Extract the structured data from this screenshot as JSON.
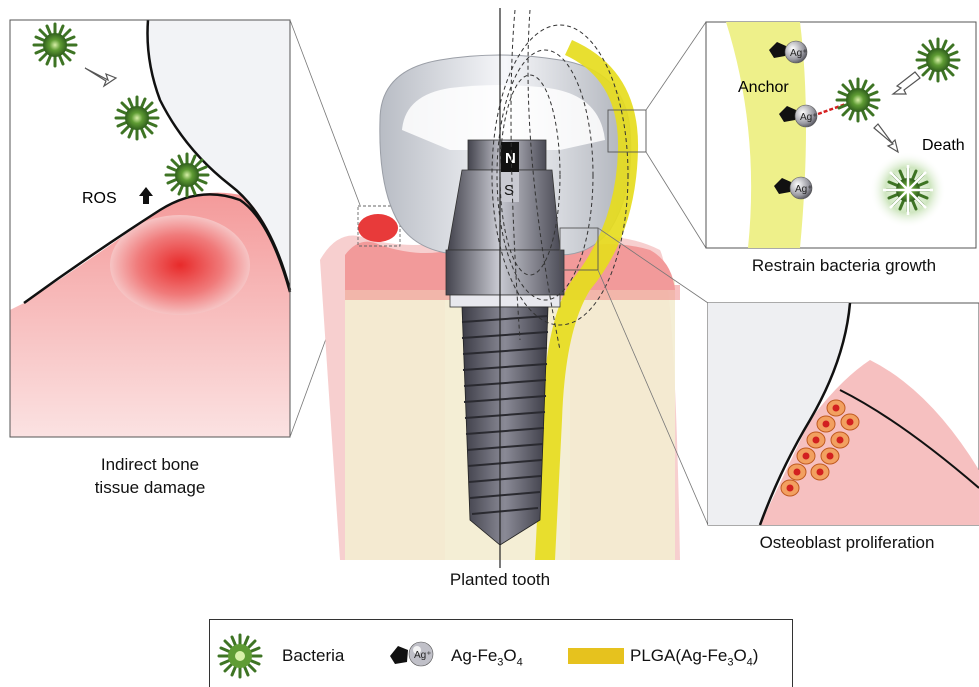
{
  "captions": {
    "left_line1": "Indirect bone",
    "left_line2": "tissue damage",
    "center": "Planted tooth",
    "top_right": "Restrain bacteria growth",
    "bottom_right": "Osteoblast proliferation"
  },
  "labels": {
    "ros": "ROS",
    "magnet_north": "N",
    "magnet_south": "S",
    "anchor": "Anchor",
    "death": "Death",
    "ag_ion": "Ag⁺"
  },
  "legend": {
    "bacteria": "Bacteria",
    "nanoparticle_prefix": "Ag-Fe",
    "nanoparticle_sub1": "3",
    "nanoparticle_mid": "O",
    "nanoparticle_sub2": "4",
    "coating_prefix": "PLGA(Ag-Fe",
    "coating_sub1": "3",
    "coating_mid": "O",
    "coating_sub2": "4",
    "coating_suffix": ")"
  },
  "colors": {
    "coating": "#e6dc1e",
    "coating_light": "#eef08a",
    "gum": "#f08a8a",
    "inflammation": "#e83030",
    "bacteria": "#4c8a2c",
    "bone": "#efe9c8",
    "implant": "#5a5a66"
  }
}
